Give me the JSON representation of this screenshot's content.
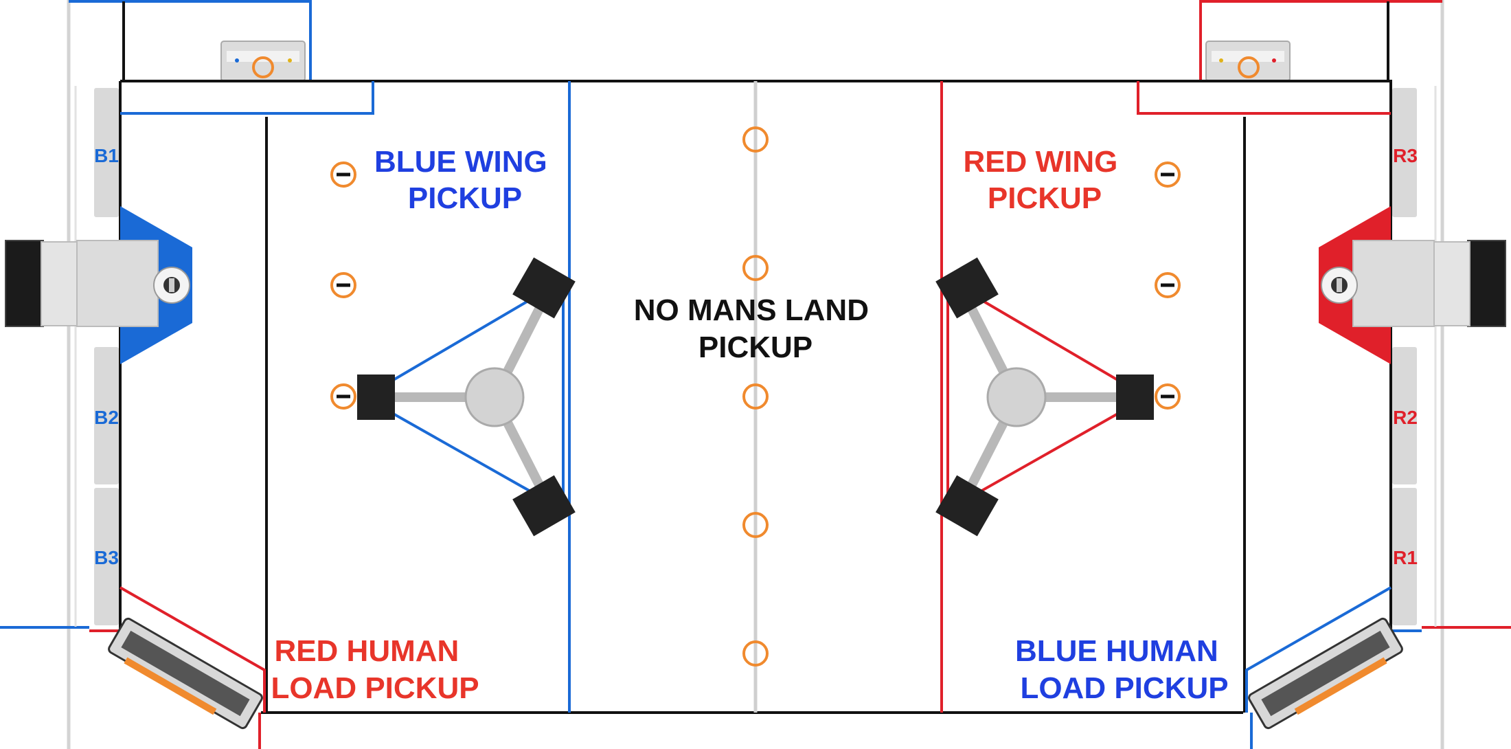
{
  "colors": {
    "blue": "#1a6ad6",
    "blue_text": "#1f3fe0",
    "red": "#e0202a",
    "red_text": "#e8352a",
    "black": "#111111",
    "grey_line": "#cfcfcf",
    "note_orange": "#f08a2e"
  },
  "zones": {
    "blue_wing": [
      "BLUE WING",
      "PICKUP"
    ],
    "red_wing": [
      "RED WING",
      "PICKUP"
    ],
    "no_mans_land": [
      "NO MANS LAND",
      "PICKUP"
    ],
    "red_human_load": [
      "RED HUMAN",
      "LOAD PICKUP"
    ],
    "blue_human_load": [
      "BLUE HUMAN",
      "LOAD PICKUP"
    ]
  },
  "stations": {
    "blue": [
      "B1",
      "B2",
      "B3"
    ],
    "red": [
      "R3",
      "R2",
      "R1"
    ]
  },
  "icons": [
    "game-note-icon",
    "stage-truss-icon",
    "speaker-icon",
    "amp-icon",
    "source-icon",
    "robot-bumper-icon"
  ]
}
